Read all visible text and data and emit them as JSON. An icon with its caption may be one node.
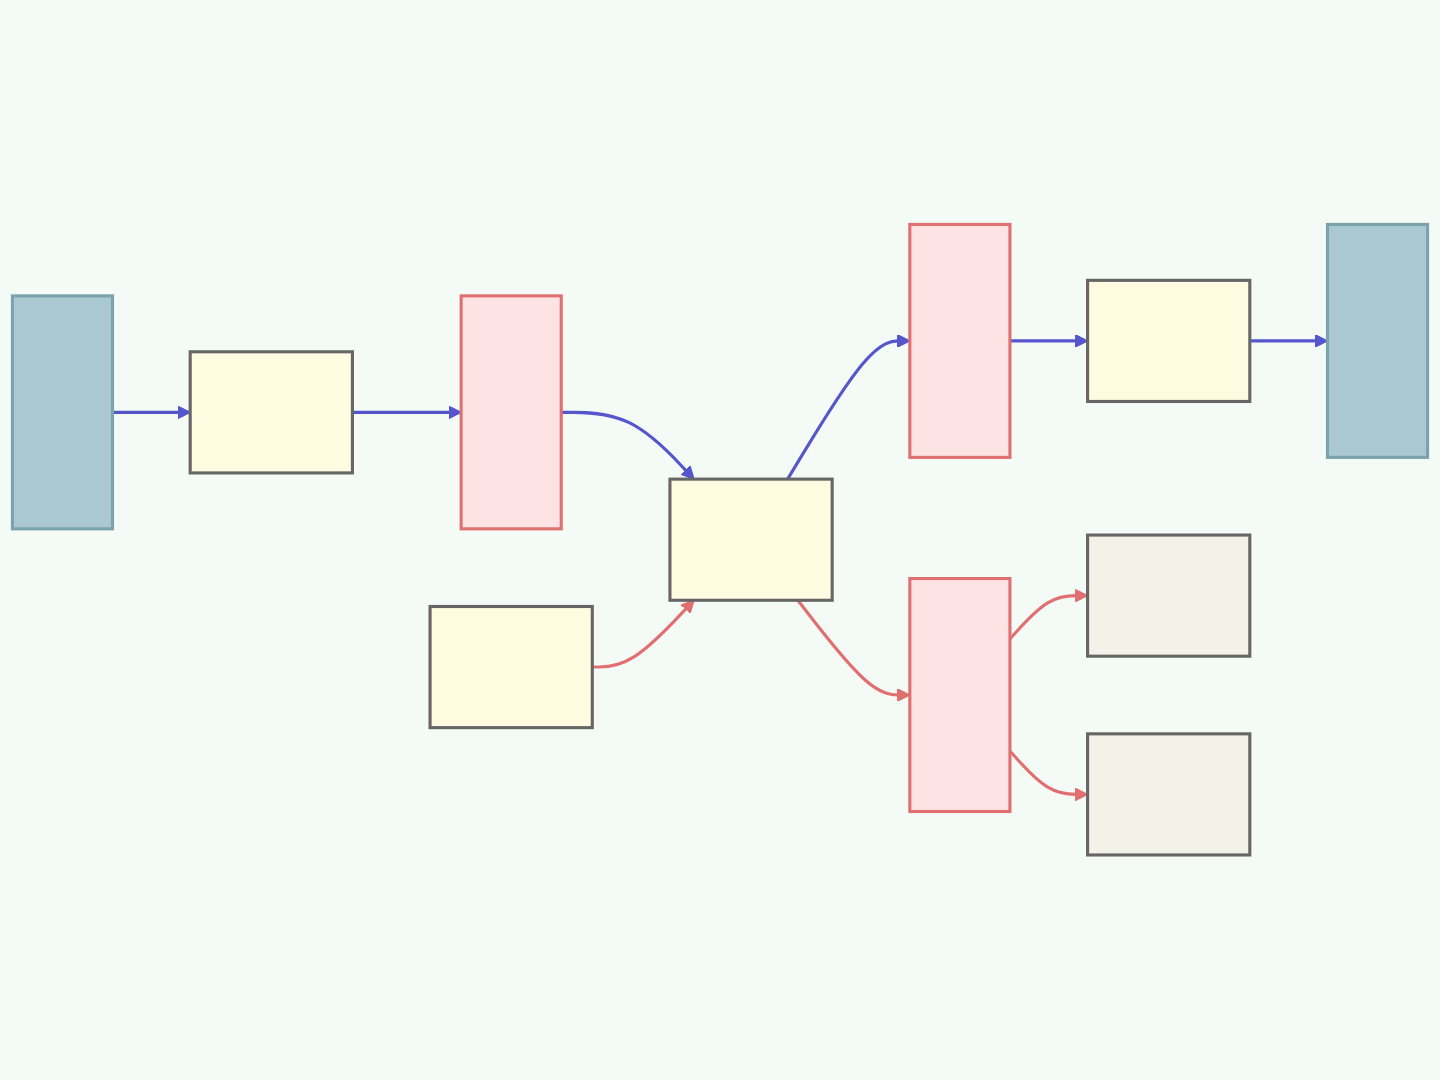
{
  "diagram": {
    "nodes": [
      {
        "text": [],
        "shape": "box"
      },
      {
        "text": [],
        "shape": "bar"
      },
      {
        "text": [],
        "shape": "box"
      },
      {
        "text": [],
        "shape": "bar"
      },
      {
        "text": [],
        "shape": "box"
      },
      {
        "text": [],
        "shape": "bar"
      },
      {
        "text": [],
        "shape": "box"
      },
      {
        "text": [],
        "shape": "bar"
      },
      {
        "text": [],
        "shape": "bar"
      },
      {
        "text": [],
        "shape": "box"
      },
      {
        "text": [],
        "shape": "box"
      }
    ],
    "edges": [
      {
        "from": 1,
        "to": 2,
        "arrow": "to"
      },
      {
        "from": 2,
        "to": 3,
        "arrow": "to"
      },
      {
        "from": 3,
        "to": 4,
        "arrow": "to"
      },
      {
        "from": 4,
        "to": 5,
        "arrow": "to"
      },
      {
        "from": 5,
        "to": 6,
        "arrow": "to"
      },
      {
        "from": 6,
        "to": 7,
        "arrow": "to"
      },
      {
        "from": 0,
        "to": 4,
        "arrow": "to",
        "color": "#e07070"
      },
      {
        "from": 4,
        "to": 8,
        "arrow": "to",
        "color": "#e07070"
      },
      {
        "from": 8,
        "to": 9,
        "arrow": "to",
        "color": "#e07070"
      },
      {
        "from": 8,
        "to": 10,
        "arrow": "to",
        "color": "#e07070"
      }
    ]
  }
}
